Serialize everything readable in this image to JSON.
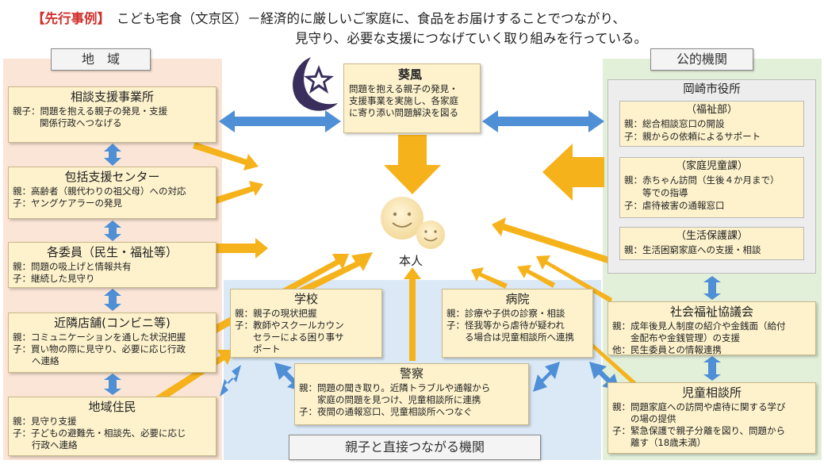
{
  "title": {
    "tag": "【先行事例】",
    "line1": "こども宅食（文京区）－経済的に厳しいご家庭に、食品をお届けすることでつながり、",
    "line2": "見守り、必要な支援につなげていく取り組みを行っている。"
  },
  "regions": {
    "community": "地　域",
    "public": "公的機関",
    "direct": "親子と直接つながる機関"
  },
  "center": {
    "org_name": "葵風",
    "org_text": [
      "問題を抱える親子の発見・",
      "支援事業を実施し、各家庭",
      "に寄り添い問題解決を図る"
    ],
    "person_label": "本人"
  },
  "community_boxes": [
    {
      "title": "相談支援事業所",
      "lines": [
        "親子：問題を抱える親子の発見・支援"
      ],
      "indent": [
        "関係行政へつなげる"
      ]
    },
    {
      "title": "包括支援センター",
      "lines": [
        "親：高齢者（親代わりの祖父母）への対応",
        "子：ヤングケアラーの発見"
      ],
      "indent": []
    },
    {
      "title": "各委員（民生・福祉等）",
      "lines": [
        "親：問題の吸上げと情報共有",
        "子：継続した見守り"
      ],
      "indent": []
    },
    {
      "title": "近隣店舗(コンビニ等)",
      "lines": [
        "親：コミュニケーションを通した状況把握",
        "子：買い物の際に見守り、必要に応じ行政"
      ],
      "indent": [
        "へ連絡"
      ]
    },
    {
      "title": "地域住民",
      "lines": [
        "親：見守り支援",
        "子：子どもの避難先・相談先、必要に応じ"
      ],
      "indent": [
        "行政へ連絡"
      ]
    }
  ],
  "public": {
    "city_office": "岡崎市役所",
    "departments": [
      {
        "title": "（福祉部）",
        "lines": [
          "親：総合相談窓口の開設",
          "子：親からの依頼によるサポート"
        ]
      },
      {
        "title": "（家庭児童課）",
        "lines": [
          "親：赤ちゃん訪問（生後４か月まで）",
          "　　等での指導",
          "子：虐待被害の通報窓口"
        ]
      },
      {
        "title": "（生活保護課）",
        "lines": [
          "親：生活困窮家庭への支援・相談"
        ]
      }
    ],
    "council": {
      "title": "社会福祉協議会",
      "lines": [
        "親：成年後見人制度の紹介や金銭面（給付",
        "　　金配布や金銭管理）の支援",
        "他：民生委員との情報連携"
      ]
    },
    "child_guidance": {
      "title": "児童相談所",
      "lines": [
        "親：問題家庭への訪問や虐待に関する学び",
        "　　の場の提供",
        "子：緊急保護で親子分離を図り、問題から",
        "　　離す（18歳未満）"
      ]
    }
  },
  "direct": {
    "school": {
      "title": "学校",
      "lines": [
        "親：親子の現状把握",
        "子：教師やスクールカウン",
        "　　セラーによる困り事サ",
        "　　ポート"
      ]
    },
    "hospital": {
      "title": "病院",
      "lines": [
        "親：診療や子供の診察・相談",
        "子：怪我等から虐待が疑われ",
        "　　る場合は児童相談所へ連携"
      ]
    },
    "police": {
      "title": "警察",
      "lines": [
        "親：問題の聞き取り。近隣トラブルや通報から",
        "　　家庭の問題を見つけ、児童相談所に連携",
        "子：夜間の通報窓口、児童相談所へつなぐ"
      ]
    }
  },
  "colors": {
    "community_bg": "#fbe5d6",
    "public_bg": "#e2efd9",
    "direct_bg": "#dbe9f6",
    "box_fill": "#fdf2cc",
    "orange_arrow": "#f6b21b",
    "blue_arrow": "#4f8fd6",
    "accent_red": "#d0312d"
  }
}
